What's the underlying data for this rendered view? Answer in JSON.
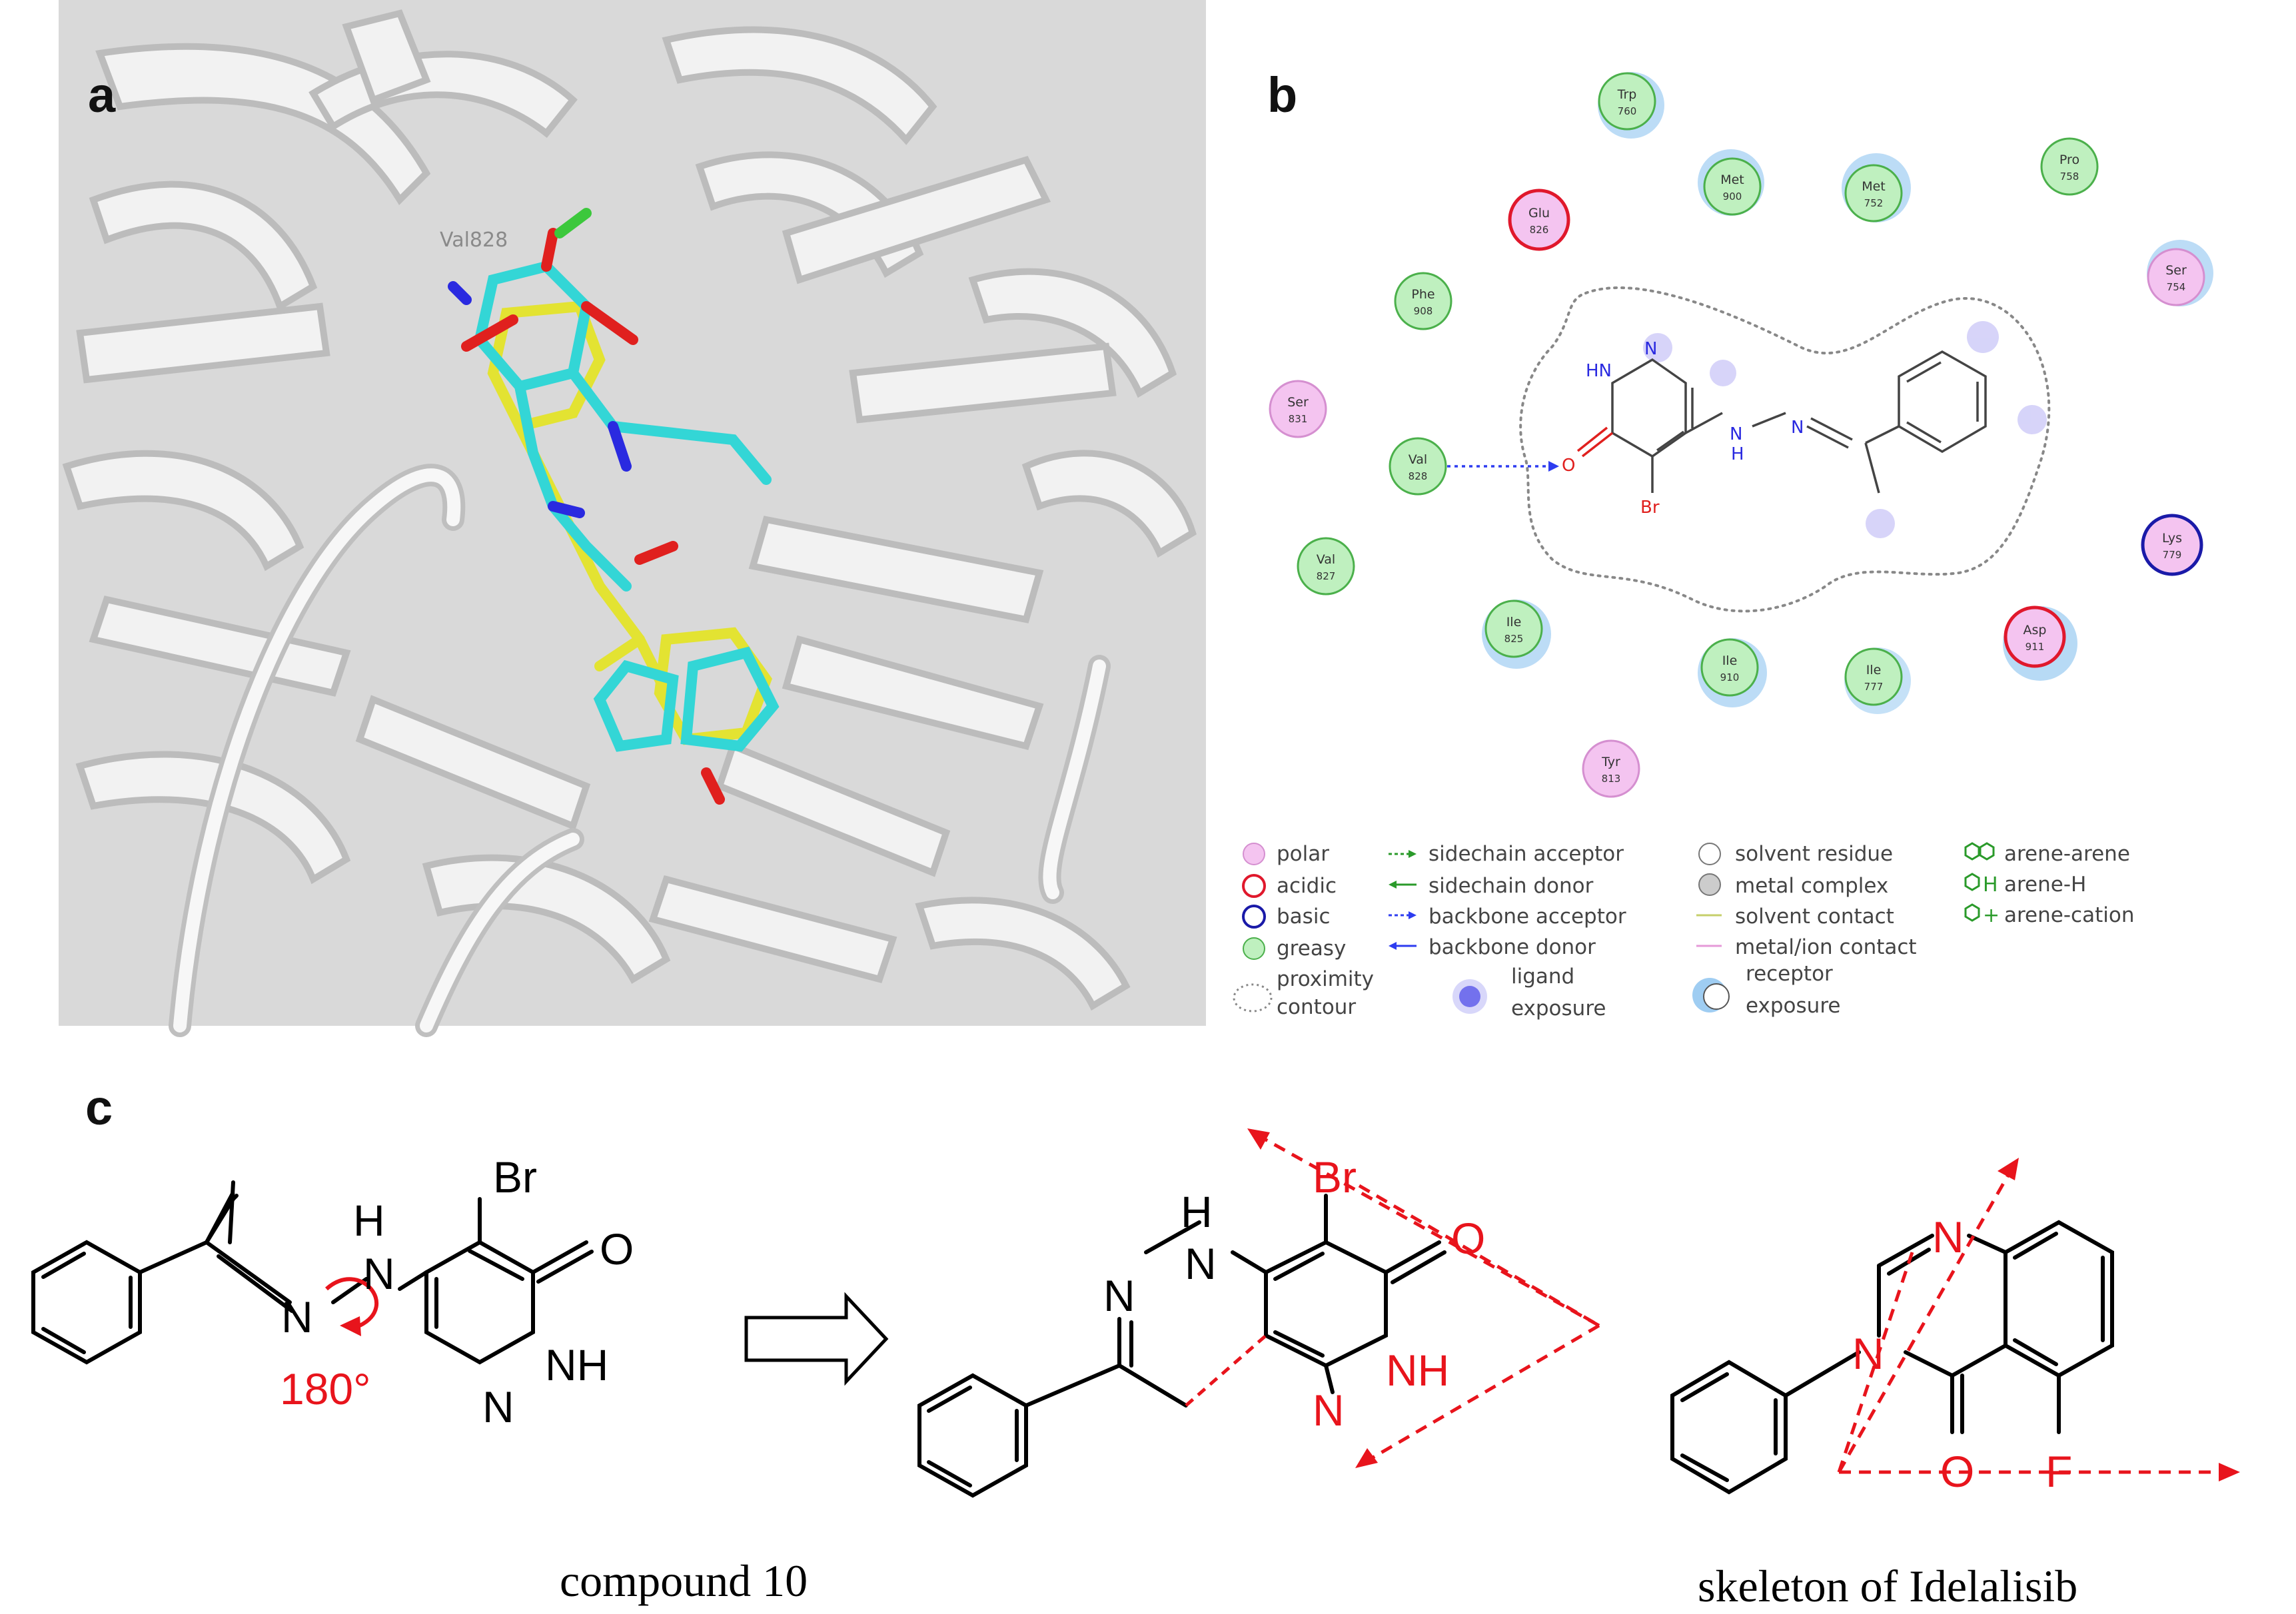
{
  "panels": {
    "a": {
      "letter": "a",
      "residue_label": "Val828"
    },
    "b": {
      "letter": "b",
      "residues": [
        {
          "name": "Trp",
          "num": "760",
          "type": "greasy"
        },
        {
          "name": "Met",
          "num": "900",
          "type": "greasy"
        },
        {
          "name": "Met",
          "num": "752",
          "type": "greasy"
        },
        {
          "name": "Pro",
          "num": "758",
          "type": "greasy"
        },
        {
          "name": "Glu",
          "num": "826",
          "type": "acidic"
        },
        {
          "name": "Ser",
          "num": "754",
          "type": "polar"
        },
        {
          "name": "Phe",
          "num": "908",
          "type": "greasy"
        },
        {
          "name": "Ser",
          "num": "831",
          "type": "polar"
        },
        {
          "name": "Val",
          "num": "828",
          "type": "greasy"
        },
        {
          "name": "Val",
          "num": "827",
          "type": "greasy"
        },
        {
          "name": "Lys",
          "num": "779",
          "type": "basic"
        },
        {
          "name": "Ile",
          "num": "825",
          "type": "greasy"
        },
        {
          "name": "Ile",
          "num": "910",
          "type": "greasy"
        },
        {
          "name": "Ile",
          "num": "777",
          "type": "greasy"
        },
        {
          "name": "Asp",
          "num": "911",
          "type": "acidic"
        },
        {
          "name": "Tyr",
          "num": "813",
          "type": "polar"
        }
      ],
      "ligand_atoms": {
        "hn": "HN",
        "n": "N",
        "o": "O",
        "br": "Br",
        "n2": "N",
        "nh": "N",
        "h": "H"
      },
      "legend": {
        "col1": [
          "polar",
          "acidic",
          "basic",
          "greasy",
          "proximity",
          "contour"
        ],
        "col2": [
          "sidechain acceptor",
          "sidechain donor",
          "backbone acceptor",
          "backbone donor",
          "ligand",
          "exposure"
        ],
        "col3": [
          "solvent residue",
          "metal complex",
          "solvent contact",
          "metal/ion contact",
          "receptor",
          "exposure"
        ],
        "col4": [
          "arene-arene",
          "arene-H",
          "arene-cation"
        ],
        "col4_glyph_h": "H",
        "col4_glyph_plus": "+"
      }
    },
    "c": {
      "letter": "c",
      "compound10": {
        "br": "Br",
        "h": "H",
        "n_hydrazone": "N",
        "n_imine": "N",
        "o": "O",
        "nh": "NH",
        "n": "N",
        "angle": "180°",
        "caption": "compound 10"
      },
      "cyclized": {
        "h": "H",
        "n_top": "N",
        "n_left": "N",
        "br": "Br",
        "o": "O",
        "nh": "NH",
        "n_bottom": "N"
      },
      "idelalisib": {
        "n_top": "N",
        "n_mid": "N",
        "o": "O",
        "f": "F",
        "caption": "skeleton of Idelalisib"
      }
    }
  },
  "colors": {
    "polar": "#f4c4f0",
    "acidic": "#e0182c",
    "basic": "#1a1aa8",
    "greasy": "#bff0bf",
    "carbon_cyan": "#33d6d6",
    "carbon_yellow": "#e3e332",
    "nitrogen": "#2a2ae0",
    "oxygen": "#e0201e",
    "chlorine": "#3cc83c",
    "accent_red": "#e8141c",
    "exposure_blue": "#9fcdf2",
    "backbone_arrow": "#2d3cf0",
    "sidechain_arrow": "#2a9a2a"
  },
  "icons": [
    "blue-arrow-right-icon",
    "hollow-arrow-right-icon",
    "rotation-arrow-icon"
  ]
}
